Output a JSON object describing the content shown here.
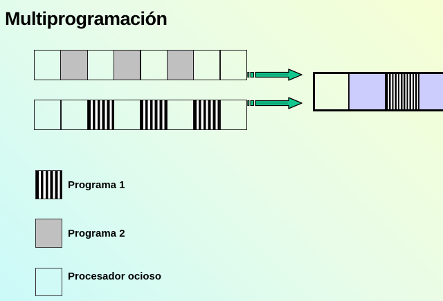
{
  "slide": {
    "title": "Multiprogramación"
  },
  "colors": {
    "background_top_right": "#f6ffd4",
    "background_bottom_left": "#cbfaf9",
    "program2_gray": "#c0c0c0",
    "program1_stripe": "#000000",
    "combined_lavender": "#ccccfd",
    "arrow_green": "#12c78e",
    "border_dark": "#1b1b1b"
  },
  "strips": {
    "row1": {
      "cells": [
        "idle",
        "prog2",
        "idle",
        "prog2",
        "idle",
        "prog2",
        "idle",
        "idle"
      ]
    },
    "row2": {
      "cells": [
        "idle",
        "idle",
        "prog1",
        "idle",
        "prog1",
        "idle",
        "prog1",
        "idle"
      ]
    },
    "combined": {
      "cells": [
        "idle",
        "prog2c",
        "prog1c",
        "prog2c"
      ],
      "widths": [
        48,
        53,
        48,
        0
      ]
    }
  },
  "legend": {
    "items": [
      {
        "id": "programa-1",
        "label": "Programa 1"
      },
      {
        "id": "programa-2",
        "label": "Programa 2"
      },
      {
        "id": "procesador-ocioso",
        "label": "Procesador ocioso"
      }
    ]
  }
}
